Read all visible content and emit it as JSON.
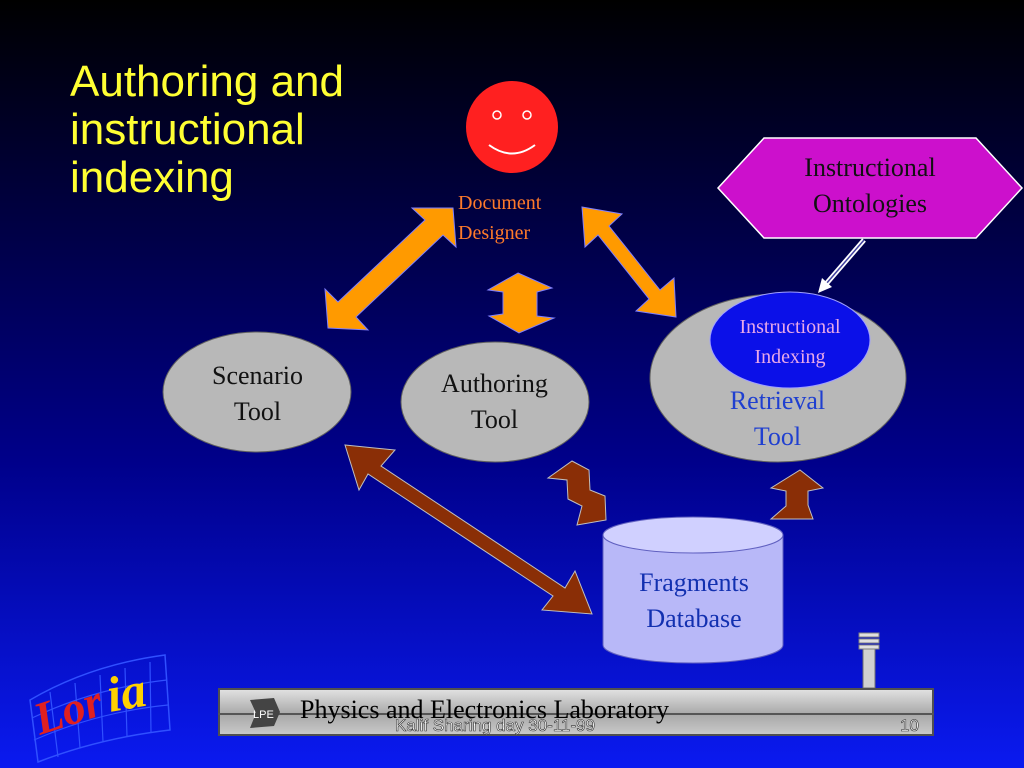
{
  "slide": {
    "title": "Authoring and\ninstructional\nindexing"
  },
  "diagram": {
    "designer": {
      "label": "Document\nDesigner",
      "face_color": "#ff2020"
    },
    "scenario_tool": {
      "label": "Scenario\nTool"
    },
    "authoring_tool": {
      "label": "Authoring\nTool"
    },
    "retrieval_tool": {
      "label": "Retrieval\nTool"
    },
    "instructional_indexing": {
      "label": "Instructional\nIndexing"
    },
    "instructional_ontologies": {
      "label": "Instructional\nOntologies"
    },
    "fragments_database": {
      "label": "Fragments\nDatabase"
    }
  },
  "footer": {
    "logo_text": "Loria",
    "lab_name": "Physics and Electronics Laboratory",
    "date_text": "Kalif Sharing day 30-11-99",
    "page_number": "10"
  },
  "colors": {
    "orange_arrow": "#ff9a00",
    "brown_arrow": "#8a2e06",
    "title": "#ffff33",
    "ontology_hexagon": "#cc10cc",
    "indexing_ellipse": "#0b10e8",
    "tool_ellipse": "#b8b8b8",
    "database": "#b8b8f8"
  }
}
